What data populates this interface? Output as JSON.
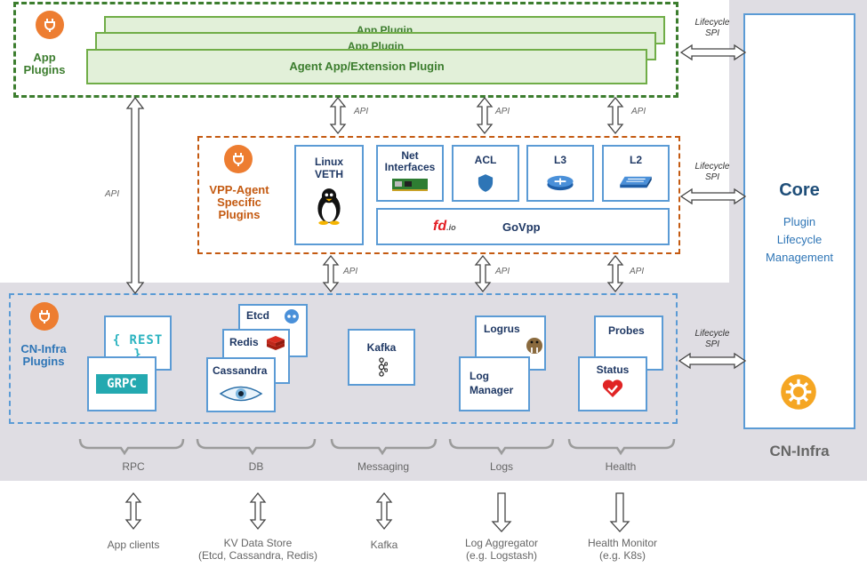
{
  "app_plugins": {
    "label_line1": "App",
    "label_line2": "Plugins",
    "bar_back2": "App Plugin",
    "bar_back1": "App Plugin",
    "bar_front": "Agent App/Extension Plugin"
  },
  "vpp_plugins": {
    "label_line1": "VPP-Agent",
    "label_line2": "Specific",
    "label_line3": "Plugins",
    "linux_veth_1": "Linux",
    "linux_veth_2": "VETH",
    "net_if_1": "Net",
    "net_if_2": "Interfaces",
    "acl": "ACL",
    "l3": "L3",
    "l2": "L2",
    "govpp": "GoVpp",
    "fdio": "fd.io"
  },
  "cn_infra_plugins": {
    "label_line1": "CN-Infra",
    "label_line2": "Plugins",
    "rest": "{ REST }",
    "grpc": "GRPC",
    "etcd": "Etcd",
    "redis": "Redis",
    "cassandra": "Cassandra",
    "kafka": "Kafka",
    "logrus": "Logrus",
    "log_manager_1": "Log",
    "log_manager_2": "Manager",
    "probes": "Probes",
    "status": "Status"
  },
  "core": {
    "title": "Core",
    "sub1": "Plugin",
    "sub2": "Lifecycle",
    "sub3": "Management",
    "cn_infra": "CN-Infra"
  },
  "labels": {
    "api": "API",
    "lifecycle": "Lifecycle",
    "spi": "SPI"
  },
  "categories": [
    "RPC",
    "DB",
    "Messaging",
    "Logs",
    "Health"
  ],
  "external": {
    "app_clients": "App clients",
    "kv_1": "KV Data Store",
    "kv_2": "(Etcd, Cassandra, Redis)",
    "kafka": "Kafka",
    "log_agg_1": "Log Aggregator",
    "log_agg_2": "(e.g. Logstash)",
    "health_1": "Health Monitor",
    "health_2": "(e.g. K8s)"
  },
  "colors": {
    "green": "#3c7d2e",
    "orange": "#c45a11",
    "blue": "#5b9bd5",
    "icon_orange": "#ed7d31"
  }
}
